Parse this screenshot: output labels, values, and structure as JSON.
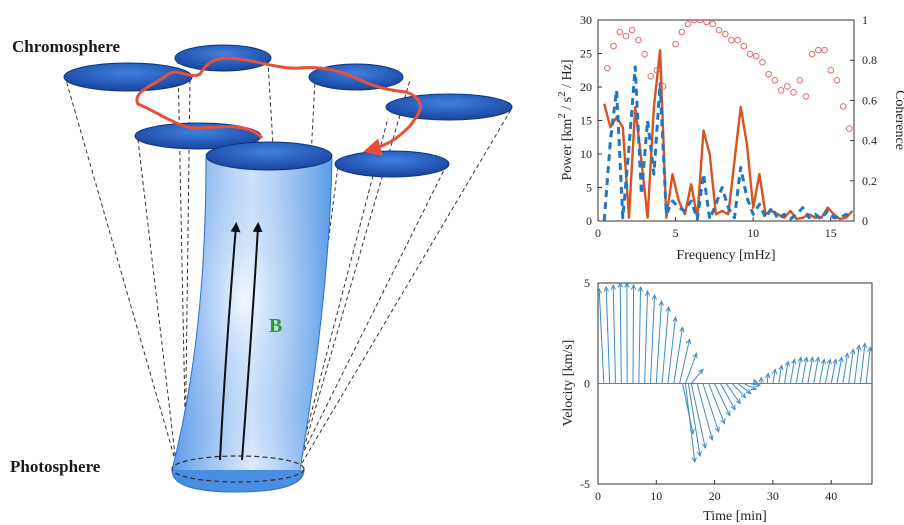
{
  "diagram": {
    "top_label": "Chromosphere",
    "bottom_label": "Photosphere",
    "field_label": "B",
    "colors": {
      "tube_top": "#4d8fe6",
      "tube_mid": "#e9f2ff",
      "ellipse": "#1d5fc8",
      "path": "#e8503a",
      "field": "#2e9a2e"
    }
  },
  "chart_data": [
    {
      "type": "line",
      "xlabel": "Frequency [mHz]",
      "ylabel_parts": [
        "Power [km",
        "2",
        " / s",
        "2",
        " / Hz]"
      ],
      "ylabel2": "Coherence",
      "xlim": [
        0,
        16.5
      ],
      "ylim": [
        0,
        30
      ],
      "ylim2": [
        0,
        1
      ],
      "xticks": [
        0,
        5,
        10,
        15
      ],
      "yticks": [
        0,
        5,
        10,
        15,
        20,
        25,
        30
      ],
      "yticks2": [
        0,
        0.2,
        0.4,
        0.6,
        0.8,
        1
      ],
      "colors": {
        "solid": "#d9531e",
        "dashed": "#1f77c4",
        "coherence": "#e86a6a"
      },
      "series": [
        {
          "style": "solid",
          "x": [
            0.4,
            0.8,
            1.2,
            1.6,
            2.0,
            2.4,
            2.8,
            3.2,
            3.6,
            4.0,
            4.4,
            4.8,
            5.2,
            5.6,
            6.0,
            6.4,
            6.8,
            7.2,
            7.6,
            8.0,
            8.4,
            8.8,
            9.2,
            9.6,
            10.0,
            10.4,
            10.8,
            11.2,
            11.6,
            12.0,
            12.4,
            12.8,
            13.2,
            13.6,
            14.0,
            14.4,
            14.8,
            15.2,
            15.6,
            16.0,
            16.4
          ],
          "y": [
            17.5,
            14,
            15.5,
            14,
            0.5,
            17,
            9,
            0.5,
            17,
            25.5,
            0.5,
            7,
            3,
            1,
            5.5,
            0.5,
            13.5,
            10,
            1,
            1.5,
            1,
            9,
            17,
            11.5,
            2,
            7,
            1,
            1.5,
            1,
            0.5,
            1.5,
            0.3,
            0.5,
            1,
            0.5,
            0.5,
            2,
            1,
            0.3,
            0.5,
            1.5
          ]
        },
        {
          "style": "dashed",
          "x": [
            0.4,
            0.8,
            1.2,
            1.6,
            2.0,
            2.4,
            2.8,
            3.2,
            3.6,
            4.0,
            4.4,
            4.8,
            5.2,
            5.6,
            6.0,
            6.4,
            6.8,
            7.2,
            7.6,
            8.0,
            8.4,
            8.8,
            9.2,
            9.6,
            10.0,
            10.4,
            10.8,
            11.2,
            11.6,
            12.0,
            12.4,
            12.8,
            13.2,
            13.6,
            14.0,
            14.4,
            14.8,
            15.2,
            15.6,
            16.0,
            16.4
          ],
          "y": [
            0,
            12,
            19.5,
            0.5,
            11,
            23,
            4,
            15,
            7,
            20.5,
            1,
            3,
            2,
            1.5,
            3,
            0.3,
            7,
            0.3,
            2.5,
            5,
            2,
            0.5,
            8,
            3.5,
            1,
            2.5,
            0.5,
            2,
            0.3,
            1,
            0.3,
            1,
            2,
            0.5,
            1,
            0.3,
            1.5,
            0.5,
            0.5,
            1,
            0.5
          ]
        },
        {
          "style": "markers",
          "axis": "right",
          "x": [
            0.6,
            1.0,
            1.4,
            1.8,
            2.2,
            2.6,
            3.0,
            3.4,
            3.8,
            4.2,
            5.0,
            5.4,
            5.8,
            6.2,
            6.6,
            7.0,
            7.4,
            7.8,
            8.2,
            8.6,
            9.0,
            9.4,
            9.8,
            10.2,
            10.6,
            11.0,
            11.4,
            11.8,
            12.2,
            12.6,
            13.0,
            13.4,
            13.8,
            14.2,
            14.6,
            15.0,
            15.4,
            15.8,
            16.2
          ],
          "y": [
            0.76,
            0.87,
            0.94,
            0.92,
            0.95,
            0.9,
            0.83,
            0.72,
            0.75,
            0.67,
            0.88,
            0.94,
            0.98,
            1.0,
            1.0,
            0.99,
            0.98,
            0.95,
            0.93,
            0.9,
            0.9,
            0.87,
            0.83,
            0.82,
            0.79,
            0.73,
            0.7,
            0.65,
            0.67,
            0.64,
            0.7,
            0.62,
            0.83,
            0.85,
            0.85,
            0.75,
            0.7,
            0.57,
            0.46
          ]
        }
      ]
    },
    {
      "type": "quiver",
      "xlabel": "Time [min]",
      "ylabel": "Velocity [km/s]",
      "xlim": [
        0,
        47
      ],
      "ylim": [
        -5,
        5
      ],
      "xticks": [
        0,
        10,
        20,
        30,
        40
      ],
      "yticks": [
        -5,
        0,
        5
      ],
      "color": "#3b8cc6",
      "vectors": [
        [
          1,
          -0.8,
          4.7
        ],
        [
          2,
          -0.6,
          4.8
        ],
        [
          3,
          -0.4,
          4.9
        ],
        [
          4,
          -0.2,
          5.0
        ],
        [
          5,
          -0.05,
          5.0
        ],
        [
          6,
          0.1,
          4.9
        ],
        [
          7,
          0.3,
          4.8
        ],
        [
          8,
          0.5,
          4.6
        ],
        [
          9,
          0.7,
          4.4
        ],
        [
          10,
          0.9,
          4.1
        ],
        [
          11,
          1.1,
          3.8
        ],
        [
          12,
          1.3,
          3.3
        ],
        [
          13,
          1.5,
          2.8
        ],
        [
          14,
          1.7,
          2.2
        ],
        [
          15,
          1.9,
          1.5
        ],
        [
          16,
          2.0,
          0.7
        ],
        [
          14.5,
          1.8,
          -2.5
        ],
        [
          15,
          1.6,
          -3.9
        ],
        [
          15.5,
          2.0,
          -3.6
        ],
        [
          16,
          2.4,
          -3.2
        ],
        [
          17,
          2.6,
          -2.8
        ],
        [
          18,
          2.7,
          -2.4
        ],
        [
          19,
          2.7,
          -2.0
        ],
        [
          20,
          2.6,
          -1.6
        ],
        [
          21,
          2.5,
          -1.3
        ],
        [
          22,
          2.4,
          -1.0
        ],
        [
          23,
          2.3,
          -0.7
        ],
        [
          24,
          2.2,
          -0.5
        ],
        [
          25,
          2.1,
          -0.3
        ],
        [
          26,
          1.8,
          -0.1
        ],
        [
          27,
          -0.2,
          0.2
        ],
        [
          28,
          0.0,
          0.3
        ],
        [
          29,
          0.2,
          0.5
        ],
        [
          30,
          0.4,
          0.7
        ],
        [
          31,
          0.5,
          0.9
        ],
        [
          32,
          0.6,
          1.1
        ],
        [
          33,
          0.7,
          1.2
        ],
        [
          34,
          0.8,
          1.3
        ],
        [
          35,
          0.8,
          1.3
        ],
        [
          36,
          0.8,
          1.3
        ],
        [
          37,
          0.8,
          1.3
        ],
        [
          38,
          0.8,
          1.2
        ],
        [
          39,
          0.8,
          1.2
        ],
        [
          40,
          0.8,
          1.2
        ],
        [
          41,
          0.8,
          1.3
        ],
        [
          42,
          0.8,
          1.5
        ],
        [
          43,
          0.8,
          1.7
        ],
        [
          44,
          0.8,
          1.9
        ],
        [
          45,
          0.8,
          2.0
        ],
        [
          46,
          0.7,
          1.8
        ]
      ]
    }
  ]
}
